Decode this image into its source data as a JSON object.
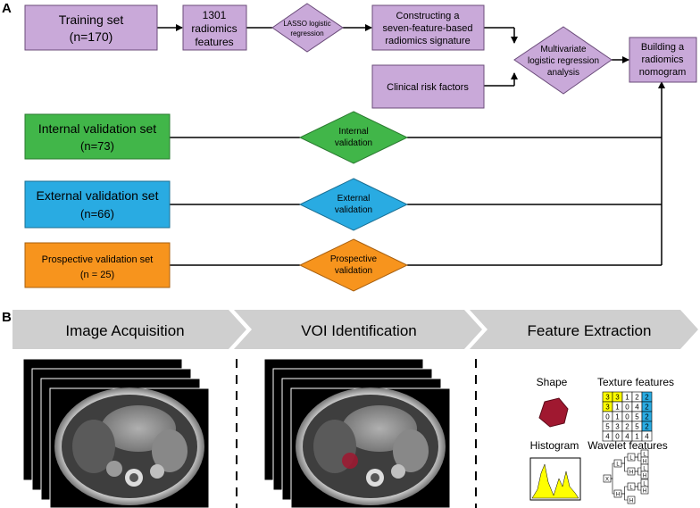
{
  "panel_a": {
    "label": "A",
    "training": {
      "line1": "Training set",
      "line2": "(n=170)"
    },
    "features": {
      "line1": "1301",
      "line2": "radiomics",
      "line3": "features"
    },
    "lasso": {
      "line1": "LASSO logistic",
      "line2": "regression"
    },
    "signature": {
      "line1": "Constructing a",
      "line2": "seven-feature-based",
      "line3": "radiomics signature"
    },
    "clinical": {
      "line1": "Clinical risk factors"
    },
    "multivariate": {
      "line1": "Multivariate",
      "line2": "logistic regression",
      "line3": "analysis"
    },
    "nomogram": {
      "line1": "Building a",
      "line2": "radiomics",
      "line3": "nomogram"
    },
    "internal_set": {
      "line1": "Internal validation set",
      "line2": "(n=73)"
    },
    "internal_diamond": {
      "line1": "Internal",
      "line2": "validation"
    },
    "external_set": {
      "line1": "External validation set",
      "line2": "(n=66)"
    },
    "external_diamond": {
      "line1": "External",
      "line2": "validation"
    },
    "prospective_set": {
      "line1": "Prospective validation set",
      "line2": "(n = 25)"
    },
    "prospective_diamond": {
      "line1": "Prospective",
      "line2": "validation"
    }
  },
  "panel_b": {
    "label": "B",
    "stages": [
      "Image Acquisition",
      "VOI Identification",
      "Feature Extraction"
    ],
    "features": {
      "shape": "Shape",
      "texture": "Texture features",
      "histogram": "Histogram",
      "wavelet": "Wavelet features",
      "texture_matrix": [
        [
          "3",
          "3",
          "1",
          "2",
          "2"
        ],
        [
          "3",
          "1",
          "0",
          "4",
          "2"
        ],
        [
          "0",
          "1",
          "0",
          "5",
          "2"
        ],
        [
          "5",
          "3",
          "2",
          "5",
          "2"
        ],
        [
          "4",
          "0",
          "4",
          "1",
          "4"
        ]
      ],
      "wavelet_nodes": [
        "X",
        "L",
        "H",
        "L",
        "H",
        "L",
        "H",
        "L",
        "H",
        "L",
        "H",
        "L",
        "H"
      ]
    }
  },
  "colors": {
    "purple": "#c9a9d9",
    "green": "#41b649",
    "blue": "#29abe2",
    "orange": "#f7941d",
    "banner": "#cfcfcf",
    "tumor": "#a01830",
    "highlight_yellow": "#ffff00",
    "highlight_blue": "#29abe2"
  }
}
